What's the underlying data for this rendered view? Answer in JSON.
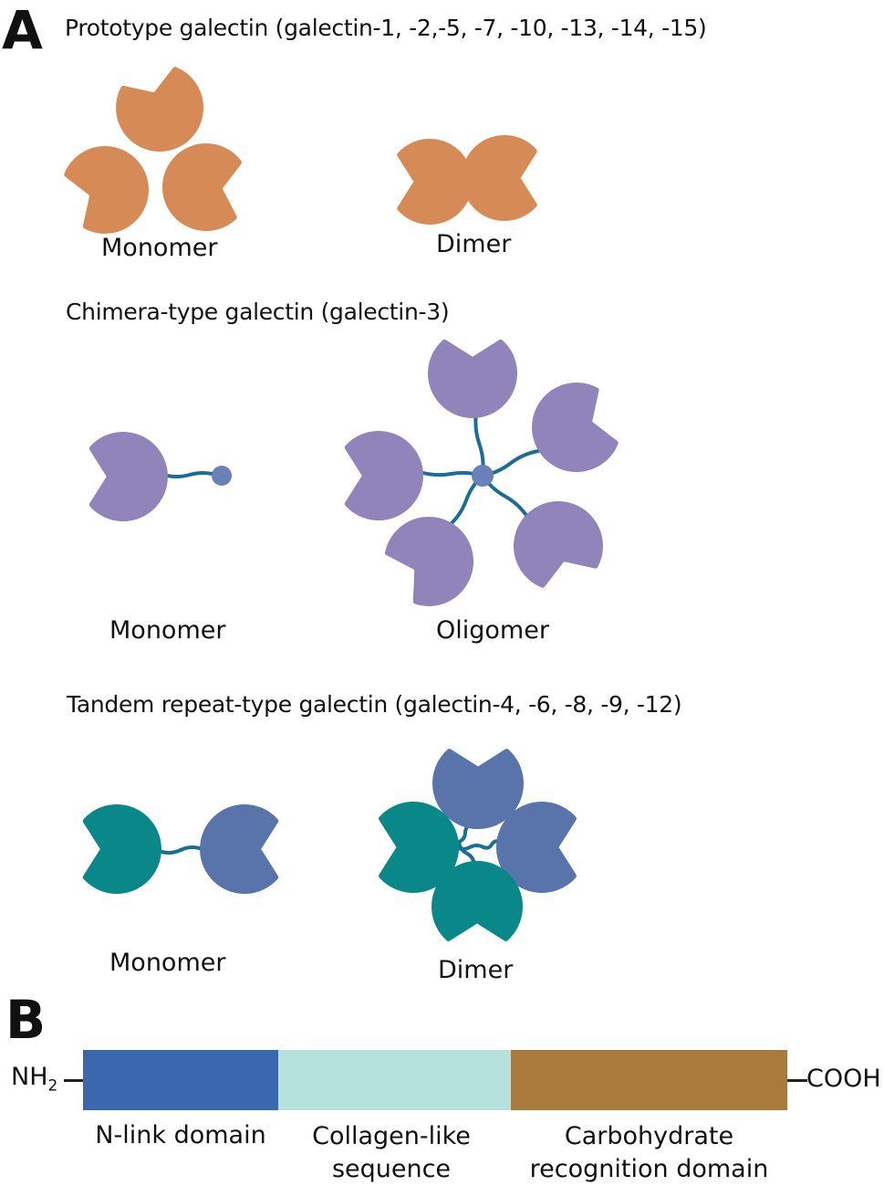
{
  "panels": {
    "A": {
      "letter": "A",
      "sections": [
        {
          "heading": "Prototype galectin (galectin-1, -2,-5, -7, -10, -13, -14, -15)",
          "color": "#d68b56",
          "forms": [
            {
              "label": "Monomer",
              "units": 3
            },
            {
              "label": "Dimer",
              "units": 2
            }
          ]
        },
        {
          "heading": "Chimera-type galectin (galectin-3)",
          "color": "#9184bb",
          "forms": [
            {
              "label": "Monomer",
              "units": 1
            },
            {
              "label": "Oligomer",
              "units": 5
            }
          ]
        },
        {
          "heading": "Tandem repeat-type galectin (galectin-4, -6, -8, -9, -12)",
          "colors": {
            "teal": "#0a8889",
            "blue": "#5874ab"
          },
          "forms": [
            {
              "label": "Monomer",
              "units": 2
            },
            {
              "label": "Dimer",
              "units": 4
            }
          ]
        }
      ],
      "linker_color": "#1a6e96",
      "core_color": "#6a80b8"
    },
    "B": {
      "letter": "B",
      "n_terminus": "NH",
      "n_terminus_sub": "2",
      "c_terminus": "COOH",
      "domains": [
        {
          "label_line1": "N-link domain",
          "label_line2": "",
          "color": "#3b67ae"
        },
        {
          "label_line1": "Collagen-like",
          "label_line2": "sequence",
          "color": "#b6e2de"
        },
        {
          "label_line1": "Carbohydrate",
          "label_line2": "recognition domain",
          "color": "#a87a3c"
        }
      ]
    }
  }
}
